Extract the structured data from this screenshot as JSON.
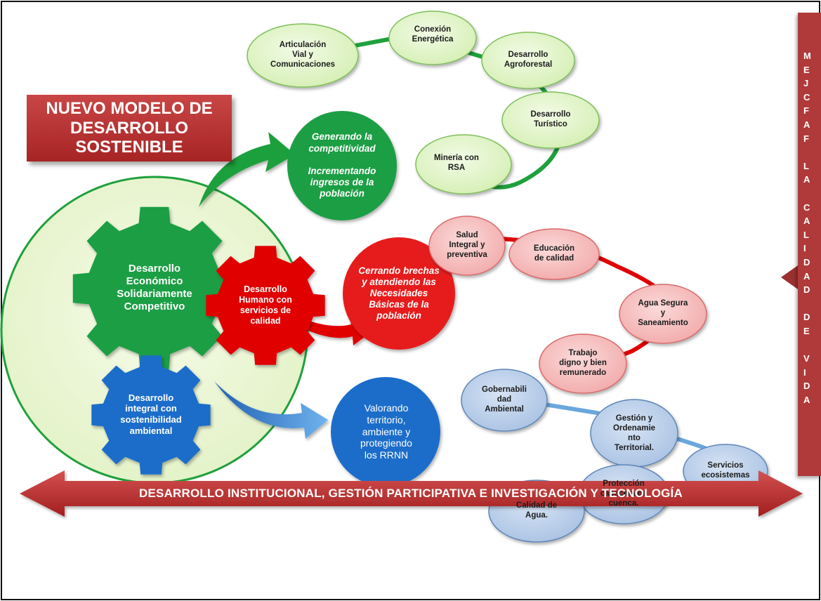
{
  "title": "NUEVO MODELO DE\nDESARROLLO\nSOSTENIBLE",
  "side_panel_lines": "M\nE\nJ\nC\nF\nA\nF\n\nL\nA\n\nC\nA\nL\nI\nD\nA\nD\n\nD\nE\n\nV\nI\nD\nA",
  "gears": {
    "economic": "Desarrollo\nEconómico\nSolidariamente\nCompetitivo",
    "human": "Desarrollo\nHumano con\nservicios de\ncalidad",
    "environmental": "Desarrollo\nintegral con\nsostenibilidad\nambiental"
  },
  "hubs": {
    "green": "Generando la\ncompetitividad\n\nIncrementando\ningresos de la\npoblación",
    "red": "Cerrando brechas\ny atendiendo las\nNecesidades\nBásicas  de la\npoblación",
    "blue": "Valorando\nterritorio,\nambiente     y\nprotegiendo\nlos RRNN"
  },
  "green_nodes": [
    "Articulación\nVial y\nComunicaciones",
    "Conexión\nEnergética",
    "Desarrollo\nAgroforestal",
    "Desarrollo\nTurístico",
    "Minería con\nRSA"
  ],
  "red_nodes": [
    "Salud\nIntegral y\npreventiva",
    "Educación\nde calidad",
    "Agua Segura\ny\nSaneamiento",
    "Trabajo\ndigno  y bien\nremunerado"
  ],
  "blue_nodes": [
    "Gobernabili\ndad\nAmbiental",
    "Gestión y\nOrdenamie\nnto\nTerritorial.",
    "Servicios\necosistemas",
    "Protección\ncabecera de\ncuenca.",
    "Calidad de\nAgua."
  ],
  "bottom_arrow": "DESARROLLO INSTITUCIONAL, GESTIÓN PARTICIPATIVA E INVESTIGACIÓN Y TECNOLOGÍA",
  "colors": {
    "green_node": "#dff5c2",
    "green_chain": "#1fa03c",
    "red_node": "#f7c2c2",
    "red_chain": "#e00000",
    "blue_node": "#b9cde8",
    "blue_chain": "#6aa7dc",
    "title_box": "#b83232",
    "hub_green": "#1e9e45",
    "hub_red": "#e61a1a",
    "hub_blue": "#1a6dc9"
  }
}
